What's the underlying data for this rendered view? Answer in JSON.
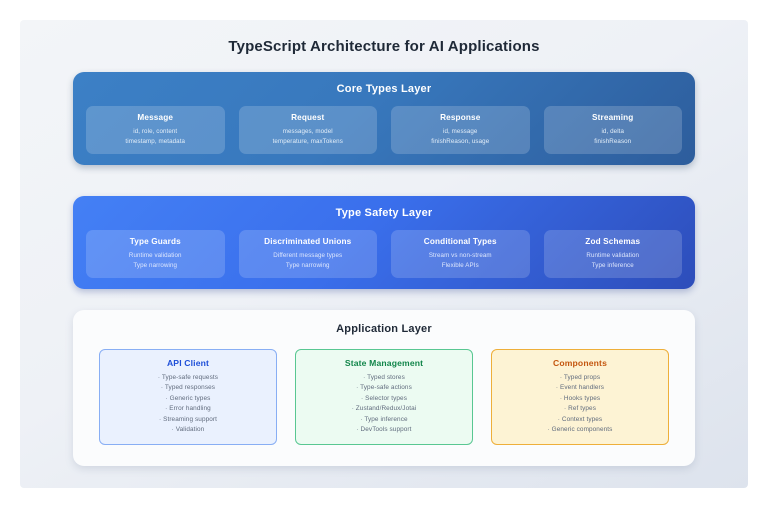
{
  "title": "TypeScript Architecture for AI Applications",
  "layers": [
    {
      "id": "core",
      "title": "Core Types Layer",
      "cards": [
        {
          "title": "Message",
          "lines": [
            "id, role, content",
            "timestamp, metadata"
          ]
        },
        {
          "title": "Request",
          "lines": [
            "messages, model",
            "temperature, maxTokens"
          ]
        },
        {
          "title": "Response",
          "lines": [
            "id, message",
            "finishReason, usage"
          ]
        },
        {
          "title": "Streaming",
          "lines": [
            "id, delta",
            "finishReason"
          ]
        }
      ]
    },
    {
      "id": "safety",
      "title": "Type Safety Layer",
      "cards": [
        {
          "title": "Type Guards",
          "lines": [
            "Runtime validation",
            "Type narrowing"
          ]
        },
        {
          "title": "Discriminated Unions",
          "lines": [
            "Different message types",
            "Type narrowing"
          ]
        },
        {
          "title": "Conditional Types",
          "lines": [
            "Stream vs non-stream",
            "Flexible APIs"
          ]
        },
        {
          "title": "Zod Schemas",
          "lines": [
            "Runtime validation",
            "Type inference"
          ]
        }
      ]
    },
    {
      "id": "app",
      "title": "Application Layer",
      "cards": [
        {
          "title": "API Client",
          "accent": "blue",
          "lines": [
            "· Type-safe requests",
            "· Typed responses",
            "· Generic types",
            "· Error handling",
            "· Streaming support",
            "· Validation"
          ]
        },
        {
          "title": "State Management",
          "accent": "green",
          "lines": [
            "· Typed stores",
            "· Type-safe actions",
            "· Selector types",
            "· Zustand/Redux/Jotai",
            "· Type inference",
            "· DevTools support"
          ]
        },
        {
          "title": "Components",
          "accent": "amber",
          "lines": [
            "· Typed props",
            "· Event handlers",
            "· Hooks types",
            "· Ref types",
            "· Context types",
            "· Generic components"
          ]
        }
      ]
    }
  ],
  "colors": {
    "core_layer": "#3878bd",
    "safety_layer": "#3a6fec",
    "app_layer": "#fbfcfd",
    "api_client_accent": "#1d4ed8",
    "state_management_accent": "#11854a",
    "components_accent": "#c4560f",
    "page_background": "#eef1f6"
  }
}
